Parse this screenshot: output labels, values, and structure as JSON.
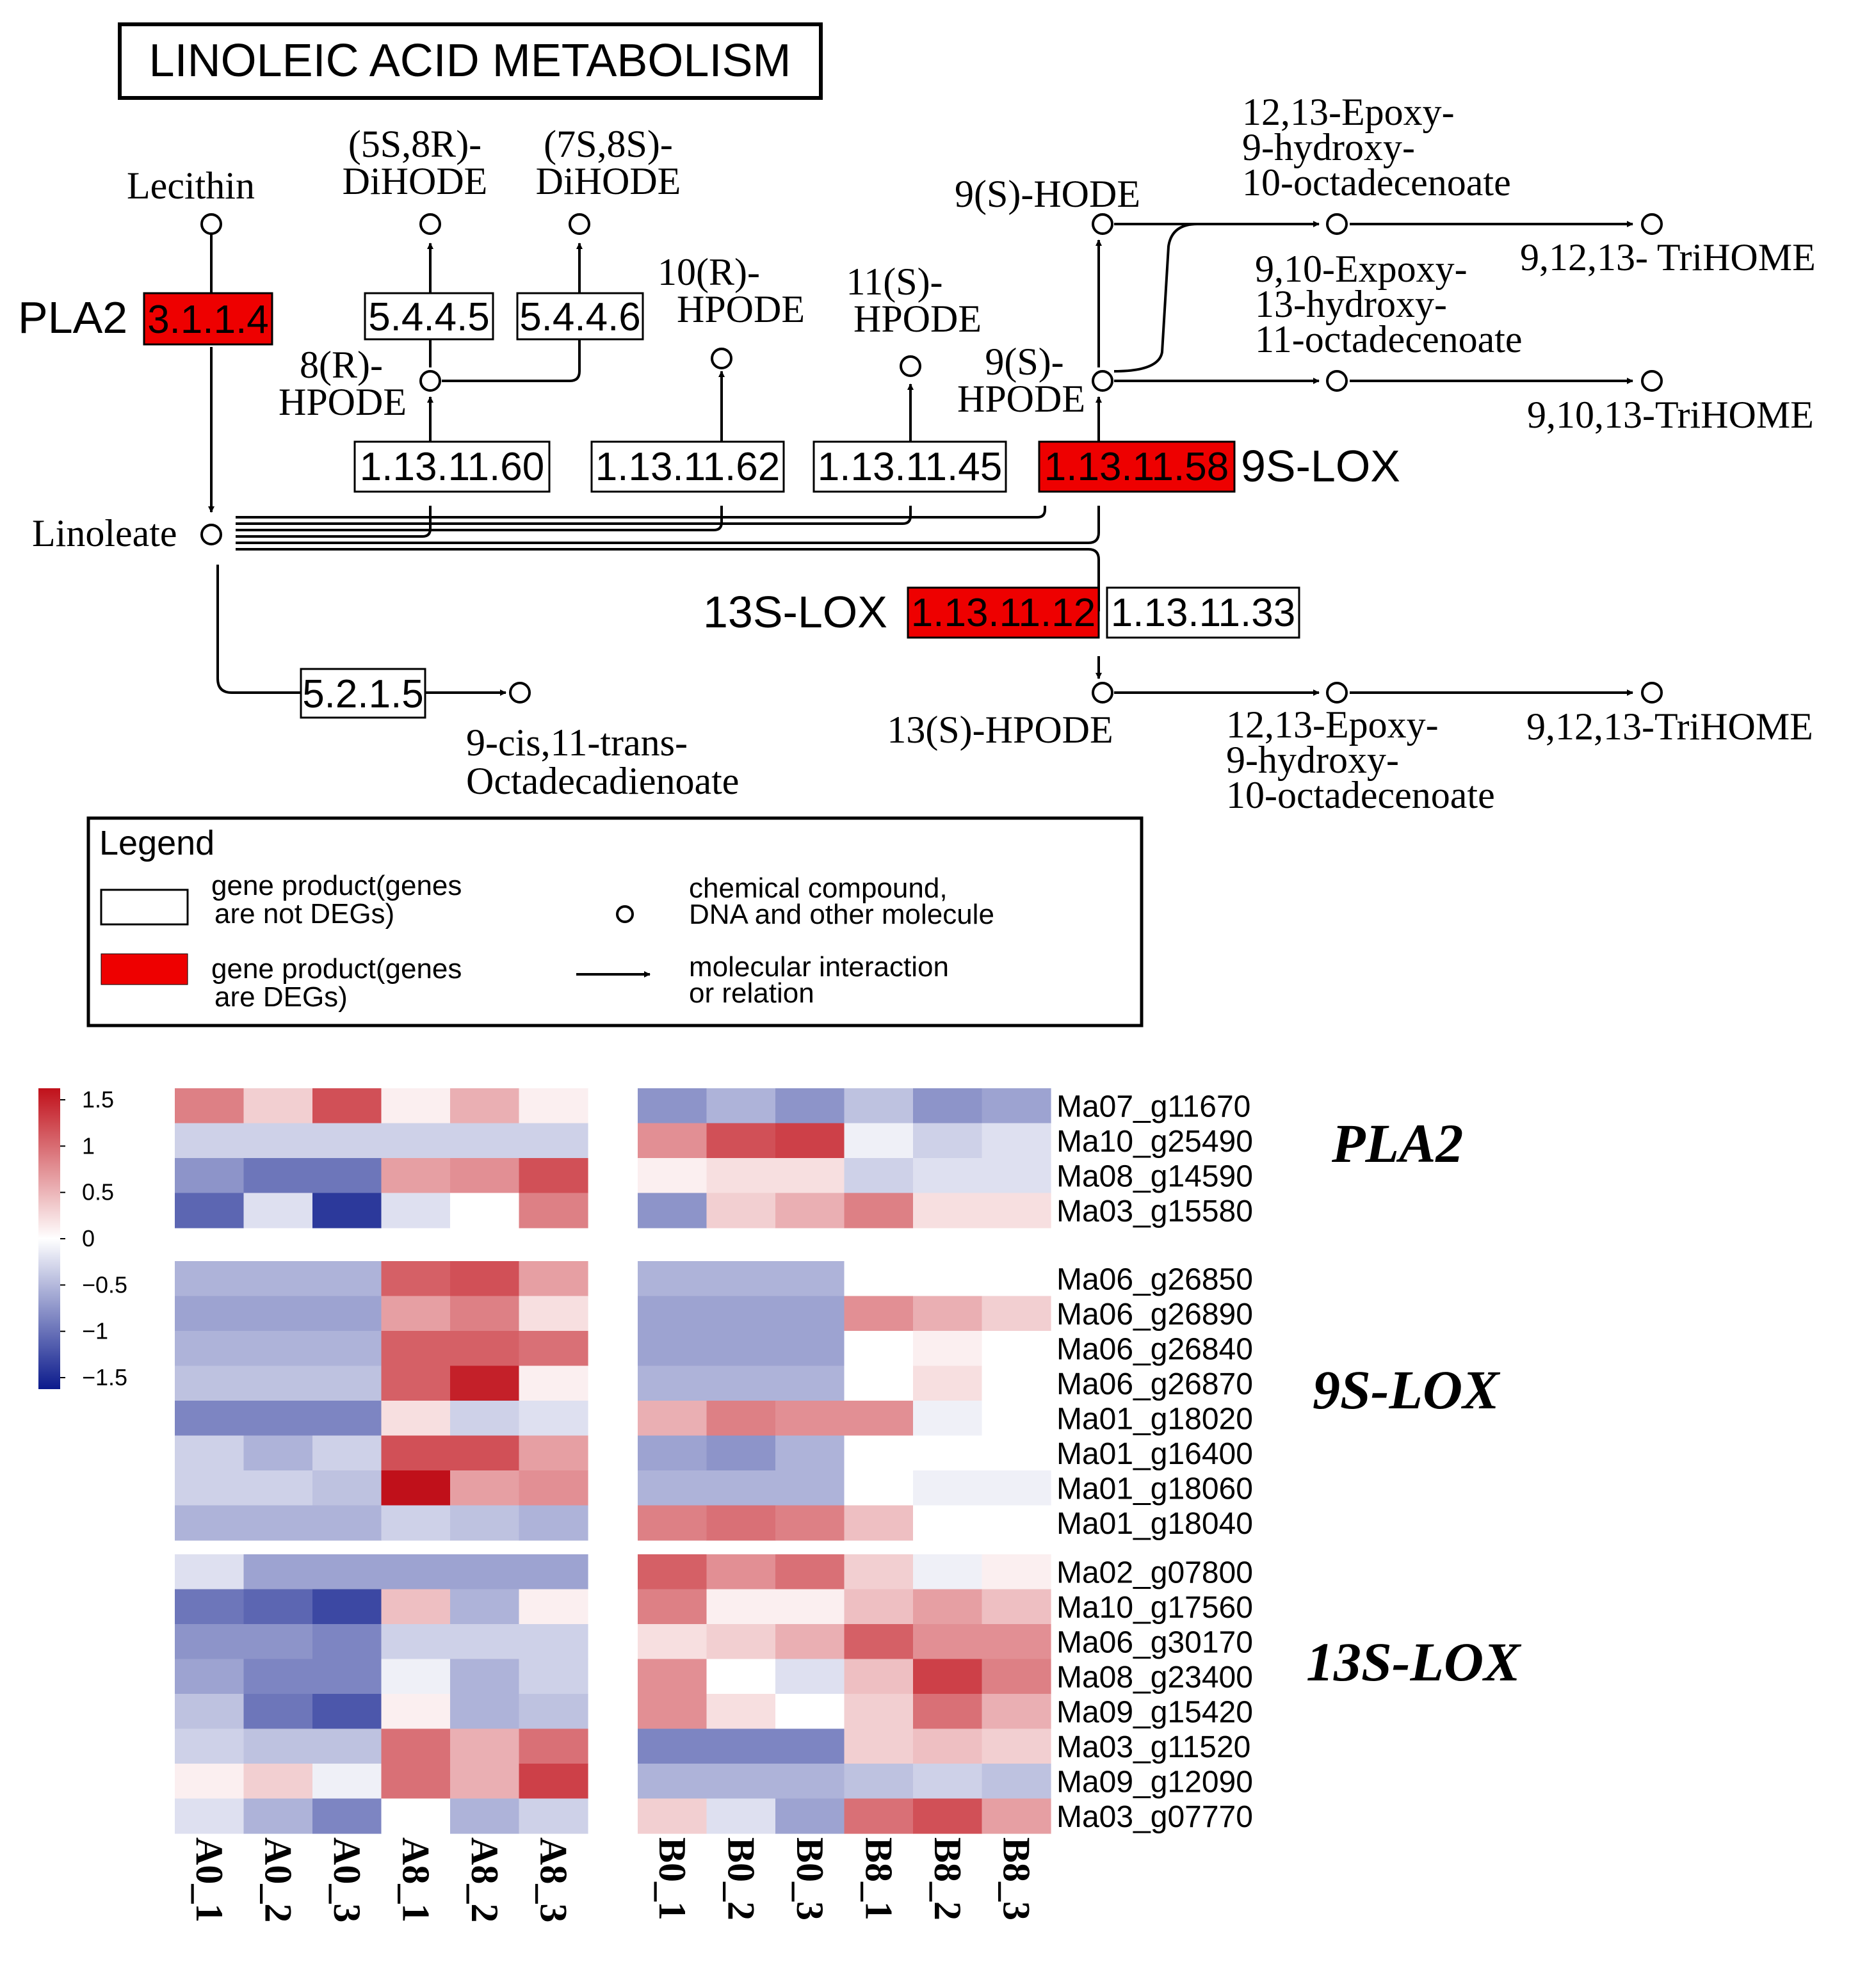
{
  "title": "LINOLEIC ACID METABOLISM",
  "compounds": {
    "lecithin": "Lecithin",
    "dihode_5s8r": [
      "(5S,8R)-",
      "DiHODE"
    ],
    "dihode_7s8s": [
      "(7S,8S)-",
      "DiHODE"
    ],
    "hpode_10r": [
      "10(R)-",
      "HPODE"
    ],
    "hpode_11s": [
      "11(S)-",
      "HPODE"
    ],
    "hode_9s": "9(S)-HODE",
    "epoxy_12_13_top": [
      "12,13-Epoxy-",
      "9-hydroxy-",
      "10-octadecenoate"
    ],
    "trihome_top": "9,12,13- TriHOME",
    "epoxy_9_10": [
      "9,10-Expoxy-",
      "13-hydroxy-",
      "11-octadecenoate"
    ],
    "trihome_9_10_13": "9,10,13-TriHOME",
    "hpode_8r": [
      "8(R)-",
      "HPODE"
    ],
    "hpode_9s": [
      "9(S)-",
      "HPODE"
    ],
    "linoleate": "Linoleate",
    "octadecadienoate": [
      "9-cis,11-trans-",
      "Octadecadienoate"
    ],
    "hpode_13s": "13(S)-HPODE",
    "epoxy_12_13_bottom": [
      "12,13-Epoxy-",
      "9-hydroxy-",
      "10-octadecenoate"
    ],
    "trihome_bottom": "9,12,13-TriHOME"
  },
  "enzymes": {
    "e3_1_1_4": {
      "label": "3.1.1.4",
      "deg": true
    },
    "e5_4_4_5": {
      "label": "5.4.4.5",
      "deg": false
    },
    "e5_4_4_6": {
      "label": "5.4.4.6",
      "deg": false
    },
    "e1_13_11_60": {
      "label": "1.13.11.60",
      "deg": false
    },
    "e1_13_11_62": {
      "label": "1.13.11.62",
      "deg": false
    },
    "e1_13_11_45": {
      "label": "1.13.11.45",
      "deg": false
    },
    "e1_13_11_58": {
      "label": "1.13.11.58",
      "deg": true
    },
    "e1_13_11_12": {
      "label": "1.13.11.12",
      "deg": true
    },
    "e1_13_11_33": {
      "label": "1.13.11.33",
      "deg": false
    },
    "e5_2_1_5": {
      "label": "5.2.1.5",
      "deg": false
    }
  },
  "gene_labels": {
    "pla2": "PLA2",
    "lox9s": "9S-LOX",
    "lox13s": "13S-LOX"
  },
  "legend": {
    "title": "Legend",
    "not_deg": [
      "gene product(genes",
      "are not DEGs)"
    ],
    "deg": [
      "gene product(genes",
      "are DEGs)"
    ],
    "compound": [
      "chemical compound,",
      "DNA and other molecule"
    ],
    "interaction": [
      "molecular interaction",
      "or relation"
    ]
  },
  "colors": {
    "deg_fill": "#ee0000",
    "heat_low": "#0b1a8c",
    "heat_mid": "#ffffff",
    "heat_high": "#c0101a"
  },
  "heatmap": {
    "scale_ticks": [
      "1.5",
      "1",
      "0.5",
      "0",
      "−0.5",
      "−1",
      "−1.5"
    ],
    "scale_range": [
      -1.5,
      1.5
    ],
    "columns_a": [
      "A0_1",
      "A0_2",
      "A0_3",
      "A8_1",
      "A8_2",
      "A8_3"
    ],
    "columns_b": [
      "B0_1",
      "B0_2",
      "B0_3",
      "B8_1",
      "B8_2",
      "B8_3"
    ],
    "groups": [
      {
        "name": "PLA2",
        "rows": [
          "Ma07_g11670",
          "Ma10_g25490",
          "Ma08_g14590",
          "Ma03_g15580"
        ],
        "a": [
          [
            0.8,
            0.3,
            1.1,
            0.1,
            0.5,
            0.1
          ],
          [
            -0.3,
            -0.3,
            -0.3,
            -0.3,
            -0.3,
            -0.3
          ],
          [
            -0.7,
            -0.9,
            -0.9,
            0.6,
            0.7,
            1.1
          ],
          [
            -1.0,
            -0.2,
            -1.3,
            -0.2,
            0.0,
            0.8
          ]
        ],
        "b": [
          [
            -0.7,
            -0.5,
            -0.7,
            -0.4,
            -0.7,
            -0.6
          ],
          [
            0.7,
            1.1,
            1.2,
            -0.1,
            -0.3,
            -0.2
          ],
          [
            0.1,
            0.2,
            0.2,
            -0.3,
            -0.2,
            -0.2
          ],
          [
            -0.7,
            0.3,
            0.5,
            0.8,
            0.2,
            0.2
          ]
        ]
      },
      {
        "name": "9S-LOX",
        "rows": [
          "Ma06_g26850",
          "Ma06_g26890",
          "Ma06_g26840",
          "Ma06_g26870",
          "Ma01_g18020",
          "Ma01_g16400",
          "Ma01_g18060",
          "Ma01_g18040"
        ],
        "a": [
          [
            -0.5,
            -0.5,
            -0.5,
            1.0,
            1.1,
            0.6
          ],
          [
            -0.6,
            -0.6,
            -0.6,
            0.6,
            0.8,
            0.2
          ],
          [
            -0.5,
            -0.5,
            -0.5,
            1.0,
            1.0,
            0.9
          ],
          [
            -0.4,
            -0.4,
            -0.4,
            1.0,
            1.4,
            0.1
          ],
          [
            -0.8,
            -0.8,
            -0.8,
            0.2,
            -0.3,
            -0.2
          ],
          [
            -0.3,
            -0.5,
            -0.3,
            1.1,
            1.1,
            0.6
          ],
          [
            -0.3,
            -0.3,
            -0.4,
            1.5,
            0.6,
            0.7
          ],
          [
            -0.5,
            -0.5,
            -0.5,
            -0.3,
            -0.4,
            -0.5
          ]
        ],
        "b": [
          [
            -0.5,
            -0.5,
            -0.5,
            0.0,
            0.0,
            0.0
          ],
          [
            -0.6,
            -0.6,
            -0.6,
            0.7,
            0.5,
            0.3
          ],
          [
            -0.6,
            -0.6,
            -0.6,
            0.0,
            0.1,
            0.0
          ],
          [
            -0.5,
            -0.5,
            -0.5,
            0.0,
            0.2,
            0.0
          ],
          [
            0.5,
            0.8,
            0.7,
            0.7,
            -0.1,
            0.0
          ],
          [
            -0.6,
            -0.7,
            -0.5,
            0.0,
            0.0,
            0.0
          ],
          [
            -0.5,
            -0.5,
            -0.5,
            0.0,
            -0.1,
            -0.1
          ],
          [
            0.8,
            0.9,
            0.8,
            0.4,
            0.0,
            0.0
          ]
        ]
      },
      {
        "name": "13S-LOX",
        "rows": [
          "Ma02_g07800",
          "Ma10_g17560",
          "Ma06_g30170",
          "Ma08_g23400",
          "Ma09_g15420",
          "Ma03_g11520",
          "Ma09_g12090",
          "Ma03_g07770"
        ],
        "a": [
          [
            -0.2,
            -0.6,
            -0.6,
            -0.6,
            -0.6,
            -0.6
          ],
          [
            -0.9,
            -1.0,
            -1.2,
            0.4,
            -0.5,
            0.1
          ],
          [
            -0.7,
            -0.7,
            -0.8,
            -0.3,
            -0.3,
            -0.3
          ],
          [
            -0.6,
            -0.8,
            -0.8,
            -0.1,
            -0.5,
            -0.3
          ],
          [
            -0.4,
            -0.9,
            -1.1,
            0.1,
            -0.5,
            -0.4
          ],
          [
            -0.3,
            -0.4,
            -0.4,
            0.9,
            0.5,
            0.9
          ],
          [
            0.1,
            0.3,
            -0.1,
            0.9,
            0.5,
            1.2
          ],
          [
            -0.2,
            -0.5,
            -0.8,
            0.0,
            -0.5,
            -0.3
          ]
        ],
        "b": [
          [
            1.0,
            0.7,
            0.9,
            0.3,
            -0.1,
            0.1
          ],
          [
            0.8,
            0.1,
            0.1,
            0.4,
            0.6,
            0.4
          ],
          [
            0.2,
            0.3,
            0.5,
            1.0,
            0.7,
            0.7
          ],
          [
            0.7,
            0.0,
            -0.2,
            0.4,
            1.2,
            0.8
          ],
          [
            0.7,
            0.2,
            0.0,
            0.3,
            0.9,
            0.5
          ],
          [
            -0.8,
            -0.8,
            -0.8,
            0.3,
            0.4,
            0.3
          ],
          [
            -0.5,
            -0.5,
            -0.5,
            -0.4,
            -0.3,
            -0.4
          ],
          [
            0.3,
            -0.2,
            -0.6,
            0.9,
            1.1,
            0.6
          ]
        ]
      }
    ]
  }
}
